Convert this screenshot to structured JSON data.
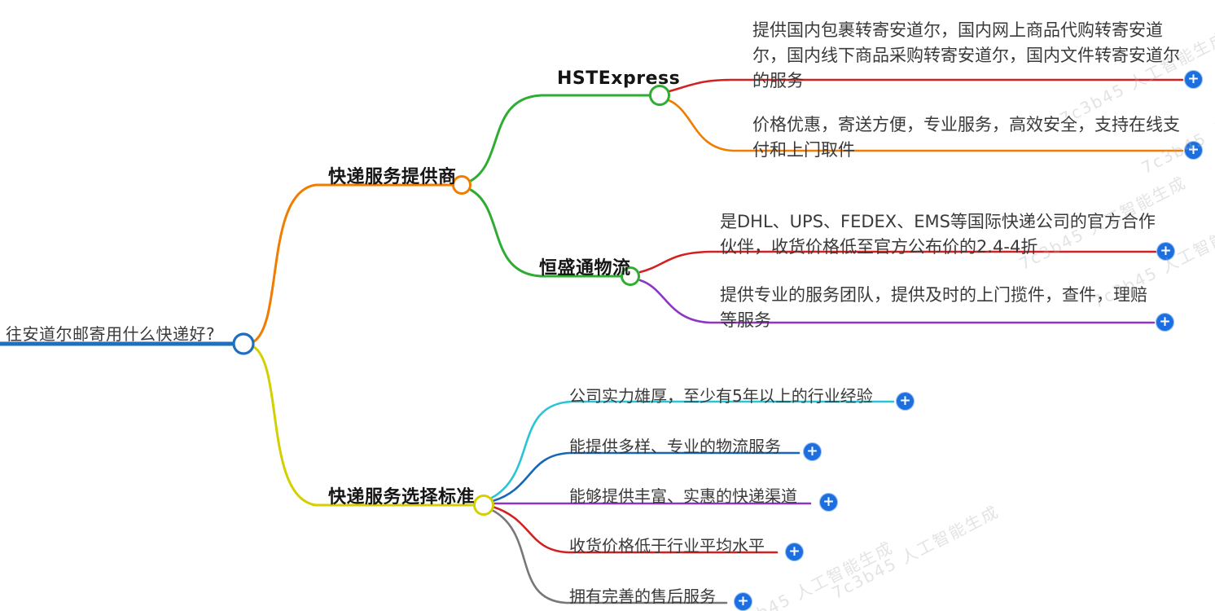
{
  "root": {
    "label": "往安道尔邮寄用什么快递好?"
  },
  "branches": [
    {
      "label": "快递服务提供商",
      "children": [
        {
          "label": "HSTExpress",
          "leaves": [
            "提供国内包裹转寄安道尔，国内网上商品代购转寄安道尔，国内线下商品采购转寄安道尔，国内文件转寄安道尔的服务",
            "价格优惠，寄送方便，专业服务，高效安全，支持在线支付和上门取件"
          ]
        },
        {
          "label": "恒盛通物流",
          "leaves": [
            "是DHL、UPS、FEDEX、EMS等国际快递公司的官方合作伙伴，收货价格低至官方公布价的2.4-4折",
            "提供专业的服务团队，提供及时的上门揽件，查件，理赔等服务"
          ]
        }
      ]
    },
    {
      "label": "快递服务选择标准",
      "leaves": [
        "公司实力雄厚，至少有5年以上的行业经验",
        "能提供多样、专业的物流服务",
        "能够提供丰富、实惠的快递渠道",
        "收货价格低于行业平均水平",
        "拥有完善的售后服务"
      ]
    }
  ],
  "ui": {
    "add_button_glyph": "+"
  },
  "watermark": {
    "text": "7c3b45 人工智能生成"
  },
  "colors": {
    "root_line": "#1e6fc0",
    "branch_provider": "#f07c00",
    "branch_criteria": "#d4cf00",
    "sub_green": "#2ead33",
    "leaf_red": "#d42020",
    "leaf_orange": "#f07c00",
    "leaf_purple": "#8e35c6",
    "leaf_cyan": "#29c5d6",
    "leaf_blue": "#1667bb",
    "leaf_gray": "#777777",
    "add_button": "#1b6fe0"
  }
}
